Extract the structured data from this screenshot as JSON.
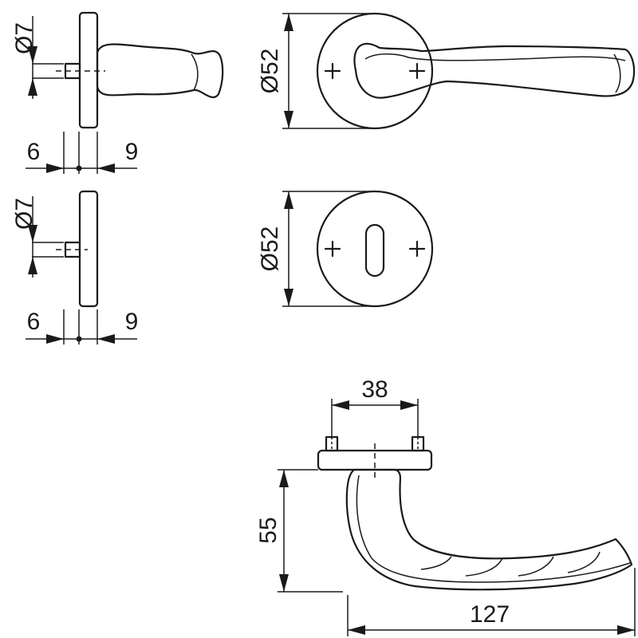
{
  "dimensions": {
    "top_side_spindle_diameter": "Ø7",
    "top_side_left_offset": "6",
    "top_side_right_offset": "9",
    "bottom_side_spindle_diameter": "Ø7",
    "bottom_side_left_offset": "6",
    "bottom_side_right_offset": "9",
    "handle_rose_diameter": "Ø52",
    "key_rose_diameter": "Ø52",
    "fixing_spacing": "38",
    "handle_height": "55",
    "handle_length": "127"
  },
  "icons": {
    "fixing_mark": "plus-icon",
    "keyhole": "keyhole-icon"
  }
}
